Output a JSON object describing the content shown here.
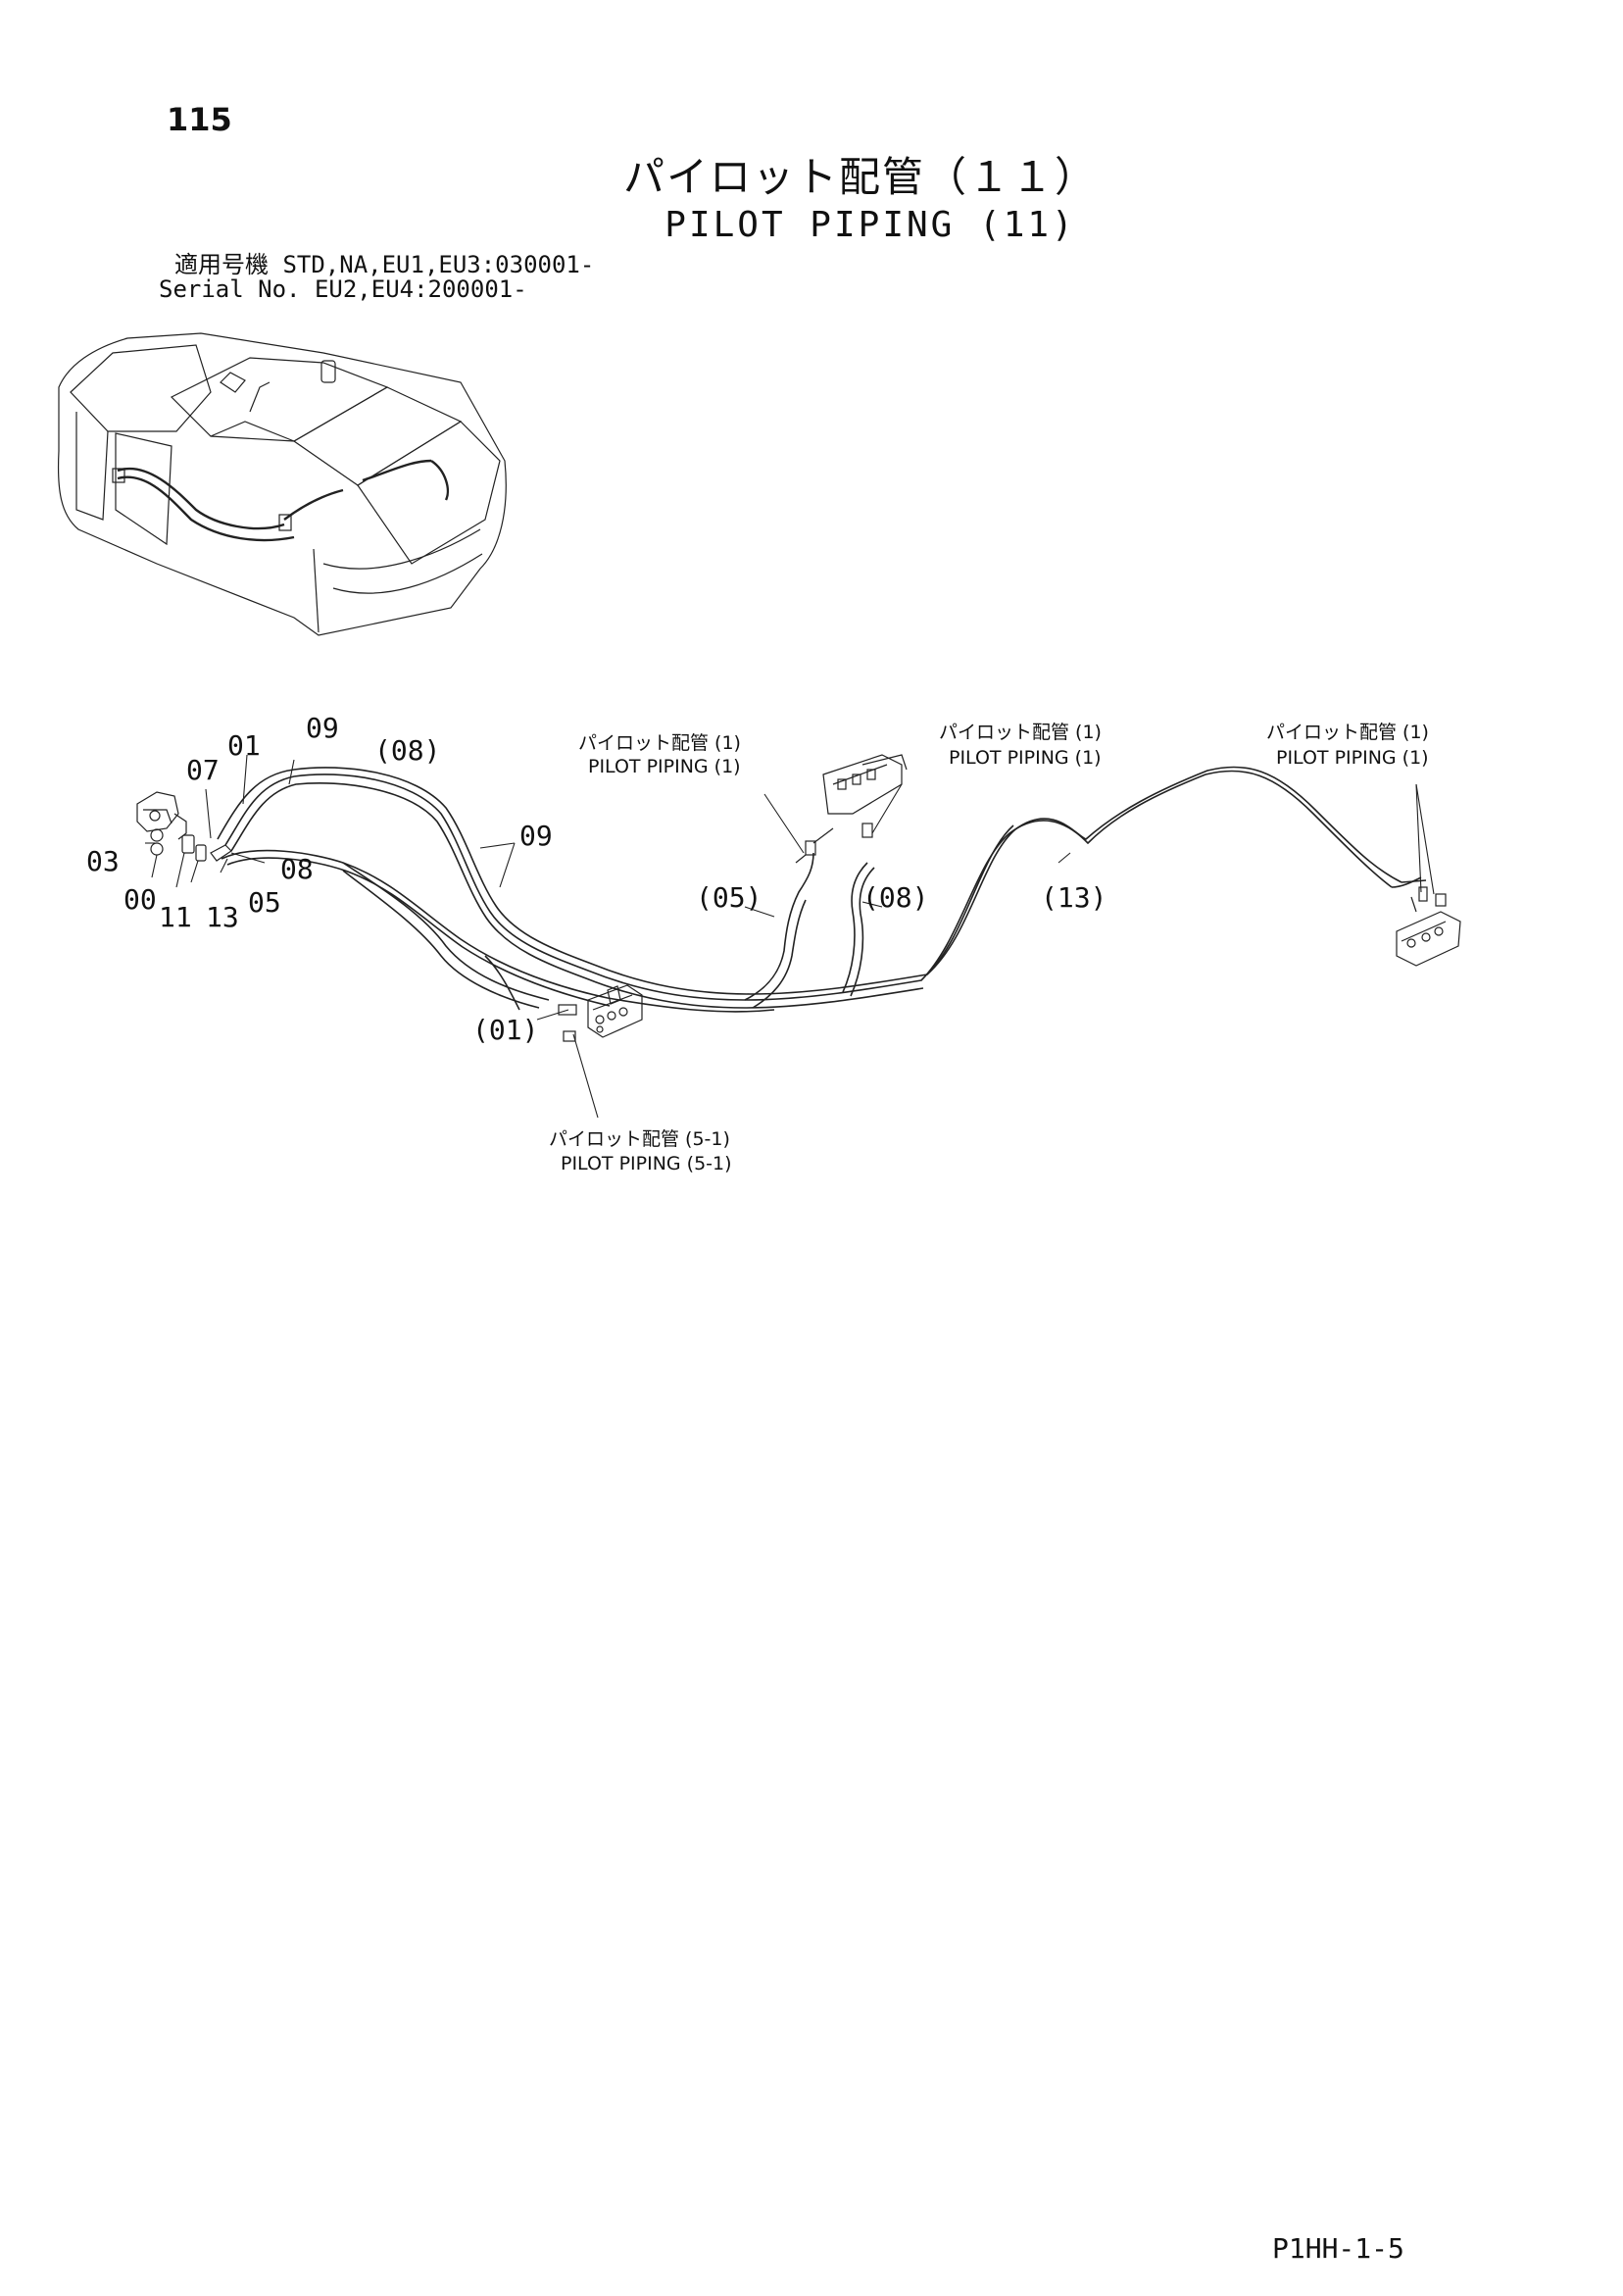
{
  "page": {
    "page_number": "115",
    "title_jp": "パイロット配管（１１）",
    "title_en": "PILOT PIPING (11)",
    "serial_line1": "適用号機  STD,NA,EU1,EU3:030001-",
    "serial_line2": "Serial No.         EU2,EU4:200001-",
    "doc_number": "P1HH-1-5"
  },
  "callouts": {
    "c01": "01",
    "c09a": "09",
    "c08p": "(08)",
    "c07": "07",
    "c03": "03",
    "c08": "08",
    "c00": "00",
    "c11": "11",
    "c13": "13",
    "c05": "05",
    "c09b": "09",
    "c05p": "(05)",
    "c08p2": "(08)",
    "c13p": "(13)",
    "c01p": "(01)"
  },
  "notes": {
    "n1_jp": "パイロット配管 (1)",
    "n1_en": "PILOT  PIPING (1)",
    "n2_jp": "パイロット配管 (1)",
    "n2_en": "PILOT  PIPING (1)",
    "n3_jp": "パイロット配管 (1)",
    "n3_en": "PILOT  PIPING (1)",
    "n4_jp": "パイロット配管 (5-1)",
    "n4_en": "PILOT  PIPING (5-1)"
  }
}
